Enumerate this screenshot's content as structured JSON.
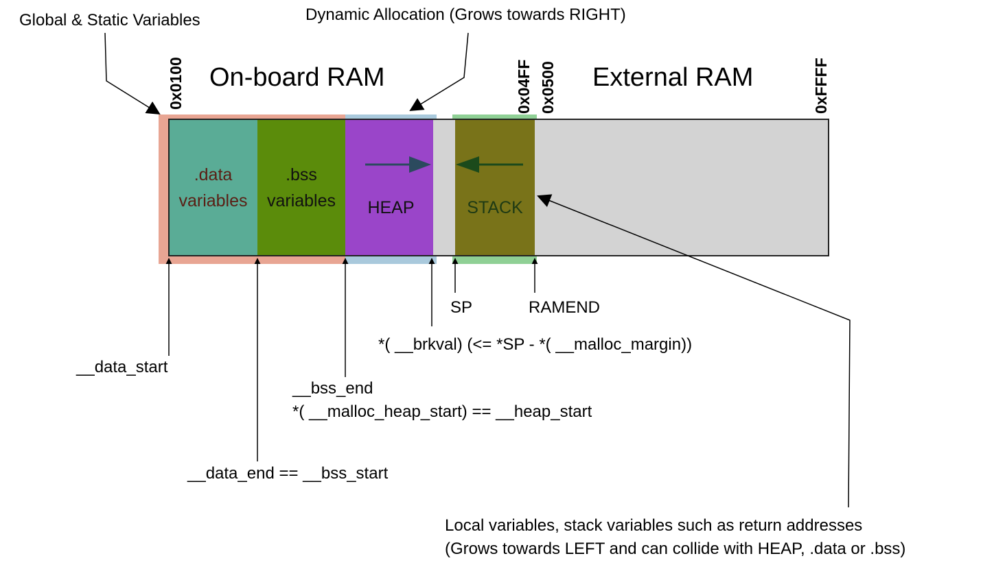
{
  "annotations": {
    "globals": "Global & Static Variables",
    "dynamic": "Dynamic Allocation (Grows towards RIGHT)",
    "data_start": "__data_start",
    "data_end": "__data_end == __bss_start",
    "bss_end": "__bss_end",
    "heap_start": "*( __malloc_heap_start) == __heap_start",
    "brkval": "*( __brkval) (<= *SP - *( __malloc_margin))",
    "sp": "SP",
    "ramend": "RAMEND",
    "local_line1": "Local variables, stack variables such as return addresses",
    "local_line2": "(Grows towards LEFT and can collide with HEAP, .data or .bss)"
  },
  "regions": {
    "onboard": "On-board RAM",
    "external": "External RAM"
  },
  "addresses": {
    "a0100": "0x0100",
    "a04ff": "0x04FF",
    "a0500": "0x0500",
    "affff": "0xFFFF"
  },
  "segments": {
    "data_line1": ".data",
    "data_line2": "variables",
    "bss_line1": ".bss",
    "bss_line2": "variables",
    "heap": "HEAP",
    "stack": "STACK"
  },
  "colors": {
    "globals_band": "#e8a593",
    "heap_band": "#a9c9dc",
    "stack_band": "#8fd095",
    "data": "#5aac96",
    "bss": "#5b8c0b",
    "heap": "#9a45c9",
    "stack": "#797319",
    "ram": "#d3d3d3",
    "data_text": "#5a1e14",
    "stack_text": "#1e3a14",
    "heap_arrow": "#2b4a5e",
    "stack_arrow": "#1b4a1b"
  }
}
